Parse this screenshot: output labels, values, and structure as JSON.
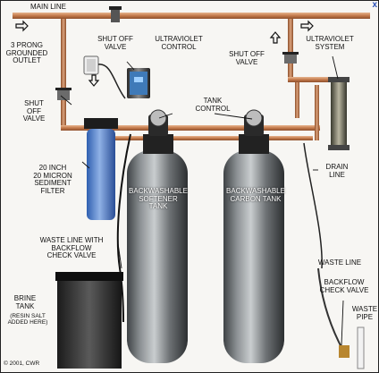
{
  "diagram": {
    "labels": {
      "main_line": "MAIN LINE",
      "shut_off_valve_top": "SHUT OFF\nVALVE",
      "uv_control": "ULTRAVIOLET\nCONTROL",
      "shut_off_valve_right": "SHUT OFF\nVALVE",
      "uv_system": "ULTRAVIOLET\nSYSTEM",
      "outlet": "3 PRONG\nGROUNDED\nOUTLET",
      "shut_off_valve_left": "SHUT\nOFF\nVALVE",
      "tank_control": "TANK\nCONTROL",
      "sediment_filter": "20 INCH\n20 MICRON\nSEDIMENT\nFILTER",
      "drain_line": "DRAIN\nLINE",
      "softener_tank": "BACKWASHABLE\nSOFTENER\nTANK",
      "carbon_tank": "BACKWASHABLE\nCARBON TANK",
      "waste_line_backflow": "WASTE LINE  WITH\nBACKFLOW\nCHECK VALVE",
      "waste_line_right": "WASTE LINE",
      "backflow_check_valve": "BACKFLOW\nCHECK VALVE",
      "waste_pipe": "WASTE\nPIPE",
      "brine_tank": "BRINE\nTANK",
      "resin_salt_note": "(RESIN SALT\nADDED HERE)",
      "copyright": "© 2001, CWR"
    },
    "corner_glyph": "x"
  }
}
